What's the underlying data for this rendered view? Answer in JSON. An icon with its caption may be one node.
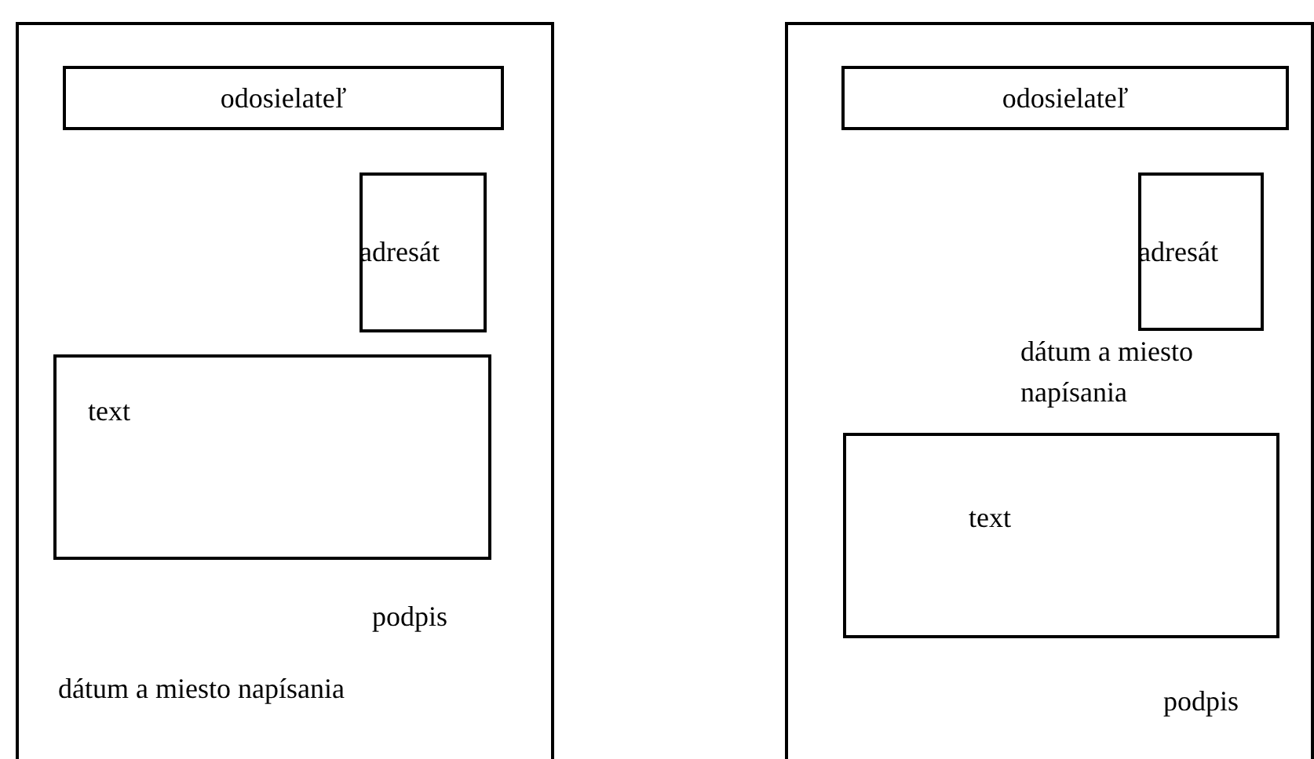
{
  "diagram": {
    "nodes": [
      {
        "text": [],
        "shape": "box"
      },
      {
        "text": [
          "odosielateľ"
        ],
        "in": 0
      },
      {
        "text": [
          "adresát"
        ],
        "in": 0
      },
      {
        "text": [
          "text"
        ],
        "in": 0
      },
      {
        "text": [],
        "shape": "box"
      },
      {
        "text": [
          "odosielateľ"
        ],
        "in": 4
      },
      {
        "text": [
          "adresát"
        ],
        "in": 4
      },
      {
        "text": [
          "text"
        ],
        "in": 4
      }
    ],
    "labels": [
      "podpis",
      "dátum a miesto napísania",
      "dátum a miesto napísania",
      "podpis"
    ]
  }
}
